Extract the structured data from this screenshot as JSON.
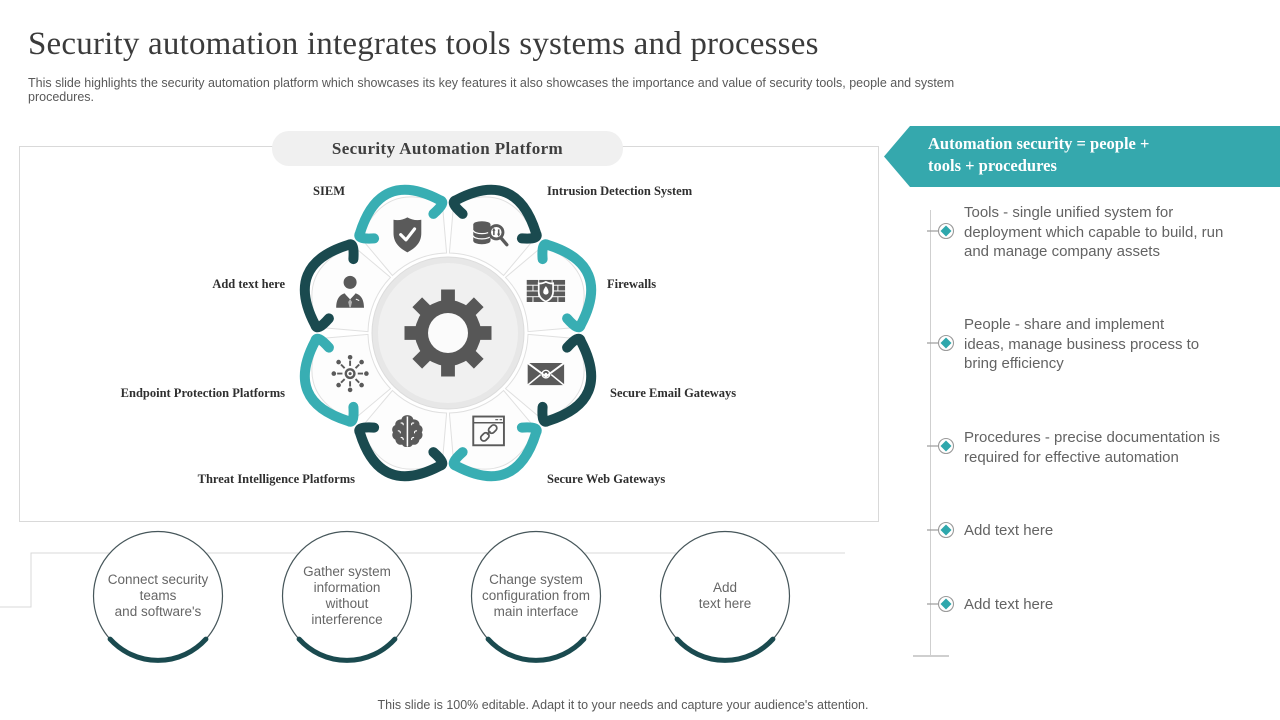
{
  "slide": {
    "title": "Security automation integrates tools systems and processes",
    "subtitle": "This slide highlights the security automation platform which showcases its key features it also showcases the importance and value of security tools, people and system procedures.",
    "footer": "This slide is 100% editable. Adapt it to your needs and capture your audience's attention."
  },
  "colors": {
    "teal": "#38aeb3",
    "dark_teal": "#1a4a4f",
    "banner": "#35a8ad",
    "icon_gray": "#5a5a5a",
    "marker_teal": "#2ea7ac"
  },
  "platform": {
    "header": "Security Automation Platform",
    "center_icon": "gear-icon",
    "segments": [
      {
        "label": "SIEM",
        "icon": "shield-check-icon",
        "arc": "teal"
      },
      {
        "label": "Intrusion Detection System",
        "icon": "data-search-icon",
        "arc": "dark_teal"
      },
      {
        "label": "Firewalls",
        "icon": "firewall-icon",
        "arc": "teal"
      },
      {
        "label": "Secure Email Gateways",
        "icon": "email-icon",
        "arc": "dark_teal"
      },
      {
        "label": "Secure Web Gateways",
        "icon": "web-link-icon",
        "arc": "teal"
      },
      {
        "label": "Threat Intelligence Platforms",
        "icon": "brain-icon",
        "arc": "dark_teal"
      },
      {
        "label": "Endpoint Protection Platforms",
        "icon": "network-icon",
        "arc": "teal"
      },
      {
        "label": "Add  text here",
        "icon": "person-icon",
        "arc": "dark_teal"
      }
    ]
  },
  "banner": {
    "text": "Automation security = people +\ntools + procedures"
  },
  "timeline": {
    "items": [
      {
        "text": "Tools - single unified system for\ndeployment which capable to build, run\nand manage company assets"
      },
      {
        "text": "People - share and implement\nideas, manage business process to\nbring efficiency"
      },
      {
        "text": "Procedures - precise documentation is\nrequired for effective automation"
      },
      {
        "text": "Add text here"
      },
      {
        "text": "Add text here"
      }
    ]
  },
  "process_circles": [
    {
      "text": "Connect security\nteams\nand software's"
    },
    {
      "text": "Gather system\ninformation\nwithout\ninterference"
    },
    {
      "text": "Change system\nconfiguration from\nmain interface"
    },
    {
      "text": "Add\ntext here"
    }
  ]
}
